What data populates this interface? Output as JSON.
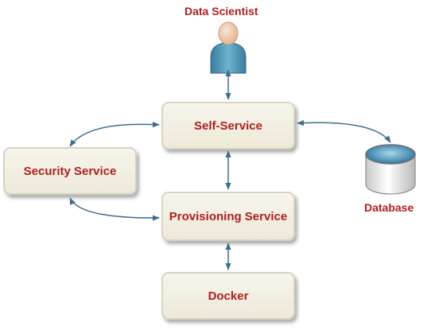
{
  "actors": {
    "data_scientist": "Data Scientist",
    "database": "Database"
  },
  "components": {
    "self_service": "Self-Service",
    "security_service": "Security Service",
    "provisioning_service": "Provisioning Service",
    "docker": "Docker"
  },
  "colors": {
    "label_text": "#b01e1e",
    "connector": "#3c6e8c",
    "box_fill": "#f3f1e6",
    "person_icon": "#4f97b6",
    "database_icon": "#4b8fb3"
  },
  "icons": {
    "person": "user-icon",
    "database": "database-icon"
  }
}
